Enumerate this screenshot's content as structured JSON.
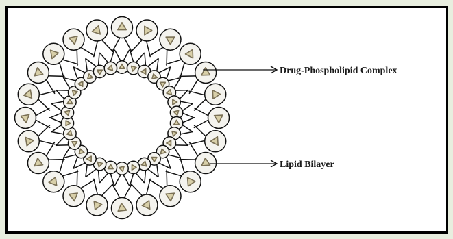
{
  "diagram": {
    "labels": {
      "complex": "Drug-Phospholipid Complex",
      "bilayer": "Lipid Bilayer"
    },
    "rings": {
      "outer_heads": 24,
      "inner_heads": 30
    },
    "colors": {
      "page_background": "#e8eedf",
      "canvas": "#ffffff",
      "frame": "#000000",
      "head_fill": "#f4f3ee",
      "drug_triangle_fill": "#d8cfa8",
      "drug_triangle_stroke": "#7a7055",
      "line": "#111111"
    },
    "icons": {
      "head": "phospholipid-head-circle",
      "drug": "drug-triangle-icon",
      "arrow": "arrow-right-icon"
    }
  }
}
